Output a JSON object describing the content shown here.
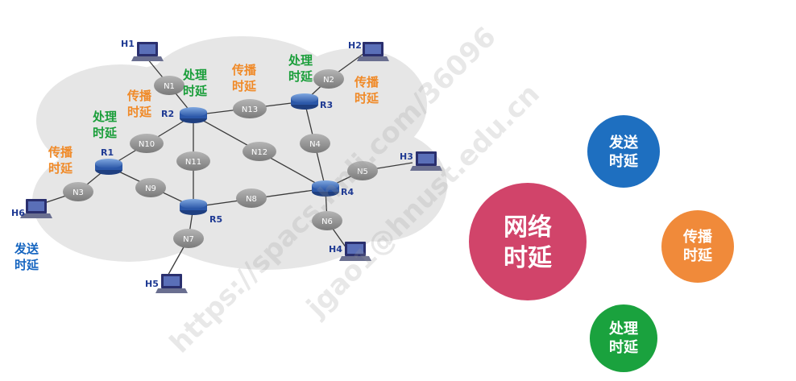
{
  "nodes": {
    "N1": "N1",
    "N2": "N2",
    "N3": "N3",
    "N4": "N4",
    "N5": "N5",
    "N6": "N6",
    "N7": "N7",
    "N8": "N8",
    "N9": "N9",
    "N10": "N10",
    "N11": "N11",
    "N12": "N12",
    "N13": "N13"
  },
  "routers": {
    "R1": "R1",
    "R2": "R2",
    "R3": "R3",
    "R4": "R4",
    "R5": "R5"
  },
  "hosts": {
    "H1": "H1",
    "H2": "H2",
    "H3": "H3",
    "H4": "H4",
    "H5": "H5",
    "H6": "H6"
  },
  "annotations": {
    "proc": [
      "处理",
      "时延"
    ],
    "prop": [
      "传播",
      "时延"
    ],
    "trans": [
      "发送",
      "时延"
    ]
  },
  "concept": {
    "center": [
      "网络",
      "时延"
    ],
    "transmission": [
      "发送",
      "时延"
    ],
    "propagation": [
      "传播",
      "时延"
    ],
    "processing": [
      "处理",
      "时延"
    ]
  },
  "colors": {
    "center": "#d1446a",
    "transmission": "#1e6fc0",
    "propagation": "#f08a3a",
    "processing": "#1aa23e"
  },
  "watermark": [
    "https://spacs.hnli.com/36096",
    "jgao1@hnust.edu.cn"
  ]
}
